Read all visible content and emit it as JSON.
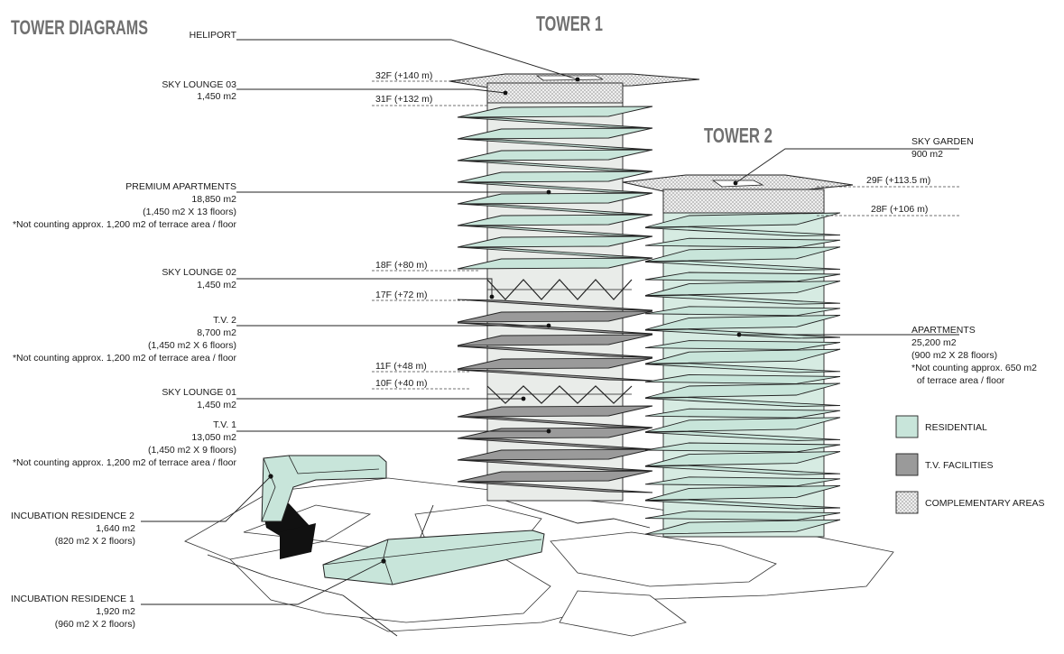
{
  "colors": {
    "residential": "#c8e5da",
    "tv_facilities": "#9a9a9a",
    "complementary": "#e8e8e8",
    "title_gray": "#707070"
  },
  "header": {
    "title": "TOWER DIAGRAMS"
  },
  "towers": {
    "tower1": "TOWER 1",
    "tower2": "TOWER 2"
  },
  "left_labels": {
    "heliport": {
      "line1": "HELIPORT"
    },
    "sky_lounge_03": {
      "line1": "SKY LOUNGE 03",
      "line2": "1,450 m2"
    },
    "premium_apartments": {
      "line1": "PREMIUM APARTMENTS",
      "line2": "18,850 m2",
      "line3": "(1,450 m2 X 13 floors)",
      "line4": "*Not counting approx. 1,200 m2 of terrace area / floor"
    },
    "sky_lounge_02": {
      "line1": "SKY LOUNGE 02",
      "line2": "1,450 m2"
    },
    "tv2": {
      "line1": "T.V. 2",
      "line2": "8,700 m2",
      "line3": "(1,450 m2 X 6 floors)",
      "line4": "*Not counting approx. 1,200 m2 of terrace area / floor"
    },
    "sky_lounge_01": {
      "line1": "SKY LOUNGE 01",
      "line2": "1,450 m2"
    },
    "tv1": {
      "line1": "T.V. 1",
      "line2": "13,050 m2",
      "line3": "(1,450 m2 X 9 floors)",
      "line4": "*Not counting approx. 1,200 m2 of terrace area / floor"
    },
    "incubation2": {
      "line1": "INCUBATION RESIDENCE 2",
      "line2": "1,640 m2",
      "line3": "(820 m2 X 2 floors)"
    },
    "incubation1": {
      "line1": "INCUBATION RESIDENCE 1",
      "line2": "1,920 m2",
      "line3": "(960 m2 X 2 floors)"
    }
  },
  "levels": {
    "f32": "32F  (+140 m)",
    "f31": "31F  (+132 m)",
    "f18": "18F  (+80 m)",
    "f17": "17F  (+72 m)",
    "f11": "11F  (+48 m)",
    "f10": "10F  (+40 m)",
    "f29": "29F  (+113.5 m)",
    "f28": "28F   (+106 m)"
  },
  "right_labels": {
    "sky_garden": {
      "line1": "SKY GARDEN",
      "line2": "900 m2"
    },
    "apartments": {
      "line1": "APARTMENTS",
      "line2": "25,200 m2",
      "line3": "(900 m2 X 28 floors)",
      "line4": "*Not counting approx. 650 m2",
      "line5": "  of terrace area / floor"
    }
  },
  "legend": [
    {
      "label": "RESIDENTIAL",
      "swatch": "residential"
    },
    {
      "label": "T.V. FACILITIES",
      "swatch": "tv"
    },
    {
      "label": "COMPLEMENTARY AREAS",
      "swatch": "complementary"
    }
  ]
}
